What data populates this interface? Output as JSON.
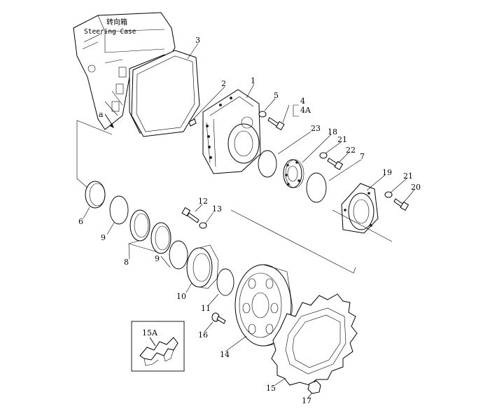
{
  "case_label": {
    "chinese": "转向箱",
    "english": "Steering Case"
  },
  "view_marker": "a",
  "inset_label": "15A",
  "callouts": [
    {
      "id": "1",
      "text": "1"
    },
    {
      "id": "2",
      "text": "2"
    },
    {
      "id": "3",
      "text": "3"
    },
    {
      "id": "4",
      "text": "4"
    },
    {
      "id": "4A",
      "text": "4A"
    },
    {
      "id": "5",
      "text": "5"
    },
    {
      "id": "6",
      "text": "6"
    },
    {
      "id": "7",
      "text": "7"
    },
    {
      "id": "8",
      "text": "8"
    },
    {
      "id": "9a",
      "text": "9"
    },
    {
      "id": "9b",
      "text": "9"
    },
    {
      "id": "10",
      "text": "10"
    },
    {
      "id": "11",
      "text": "11"
    },
    {
      "id": "12",
      "text": "12"
    },
    {
      "id": "13",
      "text": "13"
    },
    {
      "id": "14",
      "text": "14"
    },
    {
      "id": "15",
      "text": "15"
    },
    {
      "id": "16",
      "text": "16"
    },
    {
      "id": "17",
      "text": "17"
    },
    {
      "id": "18",
      "text": "18"
    },
    {
      "id": "19",
      "text": "19"
    },
    {
      "id": "20",
      "text": "20"
    },
    {
      "id": "21a",
      "text": "21"
    },
    {
      "id": "21b",
      "text": "21"
    },
    {
      "id": "22",
      "text": "22"
    },
    {
      "id": "23",
      "text": "23"
    }
  ]
}
